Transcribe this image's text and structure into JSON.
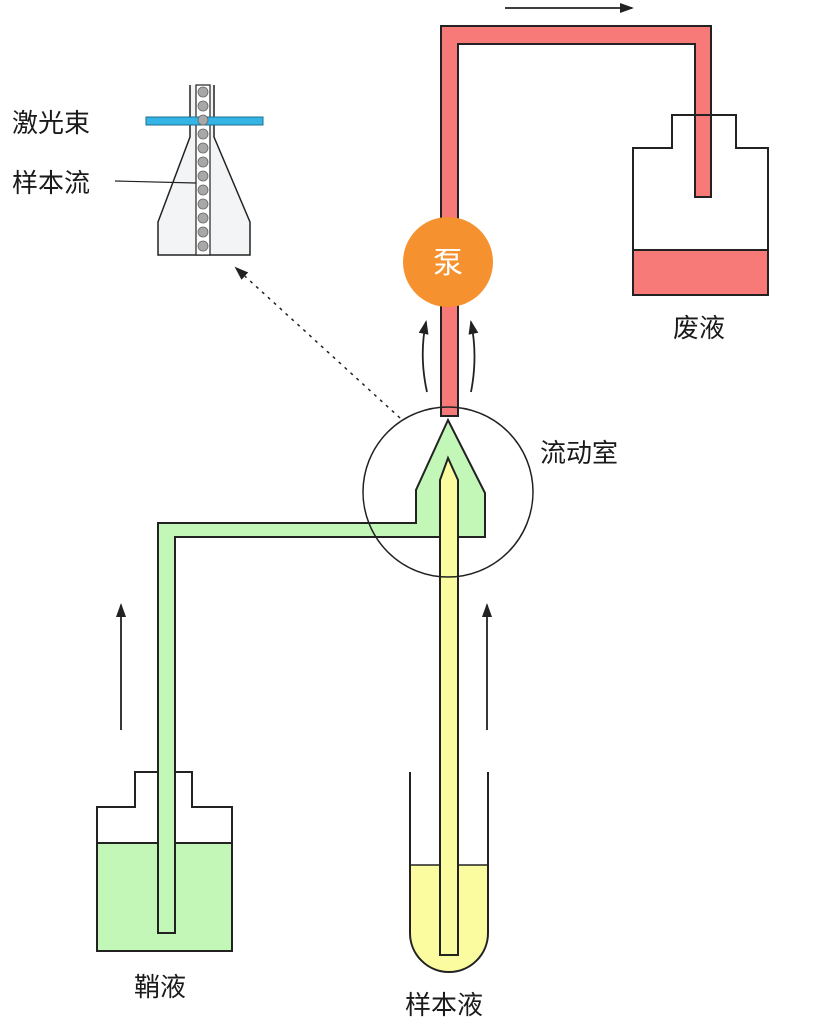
{
  "labels": {
    "laser_beam": "激光束",
    "sample_stream": "样本流",
    "pump": "泵",
    "waste": "废液",
    "flow_chamber": "流动室",
    "sheath_fluid": "鞘液",
    "sample_fluid": "样本液"
  },
  "colors": {
    "sheath": "#c2f7b8",
    "sample": "#fbfba0",
    "waste": "#f77a78",
    "pump": "#f5922f",
    "laser": "#35b5e5",
    "dot": "#a8a8a8",
    "line": "#222222"
  }
}
